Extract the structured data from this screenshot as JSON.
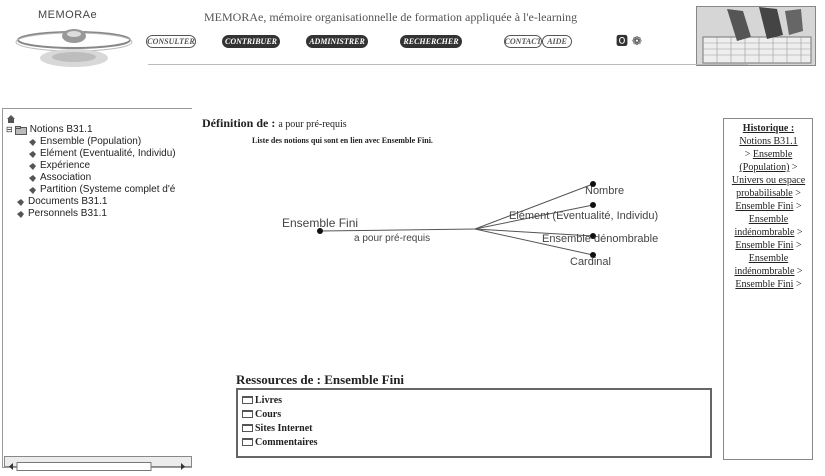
{
  "header": {
    "logo_text": "MEMORAe",
    "app_title": "MEMORAe, mémoire organisationnelle de formation appliquée à l'e-learning",
    "nav": [
      "CONSULTER",
      "CONTRIBUER",
      "ADMINISTRER",
      "RECHERCHER",
      "CONTACT",
      "AIDE"
    ],
    "lang_icons": "🅾 ❁"
  },
  "tree": {
    "root": "Notions B31.1",
    "children": [
      "Ensemble (Population)",
      "Elément (Eventualité, Individu)",
      "Expérience",
      "Association",
      "Partition (Systeme complet d'é"
    ],
    "siblings": [
      "Documents B31.1",
      "Personnels B31.1"
    ]
  },
  "definition": {
    "title": "Définition de :",
    "relation": "a pour pré-requis",
    "subtitle": "Liste des notions qui sont en lien avec Ensemble Fini."
  },
  "graph": {
    "source": "Ensemble Fini",
    "edge_label": "a pour pré-requis",
    "targets": [
      "Nombre",
      "Elément (Eventualité, Individu)",
      "Ensemble dénombrable",
      "Cardinal"
    ]
  },
  "history": {
    "title": "Historique :",
    "items": [
      "Notions B31.1",
      "Ensemble (Population)",
      "Univers ou espace probabilisable",
      "Ensemble Fini",
      "Ensemble indénombrable",
      "Ensemble Fini",
      "Ensemble indénombrable",
      "Ensemble Fini"
    ]
  },
  "resources": {
    "title": "Ressources de : Ensemble Fini",
    "items": [
      "Livres",
      "Cours",
      "Sites Internet",
      "Commentaires"
    ]
  }
}
